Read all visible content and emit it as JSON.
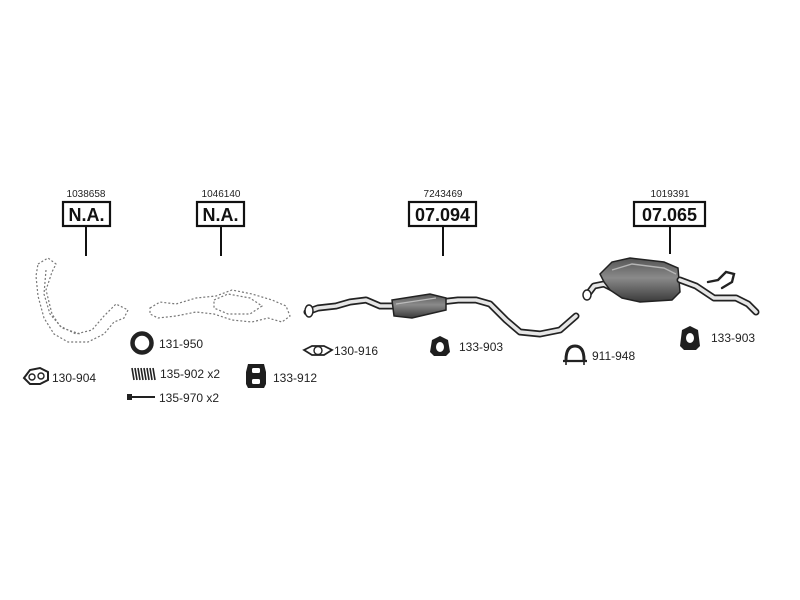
{
  "assemblies": [
    {
      "ref": "1038658",
      "code": "N.A."
    },
    {
      "ref": "1046140",
      "code": "N.A."
    },
    {
      "ref": "7243469",
      "code": "07.094"
    },
    {
      "ref": "1019391",
      "code": "07.065"
    }
  ],
  "parts": [
    {
      "code": "130-904"
    },
    {
      "code": "131-950"
    },
    {
      "code": "135-902 x2"
    },
    {
      "code": "135-970 x2"
    },
    {
      "code": "133-912"
    },
    {
      "code": "130-916"
    },
    {
      "code": "133-903"
    },
    {
      "code": "911-948"
    },
    {
      "code": "133-903"
    }
  ],
  "colors": {
    "line": "#111111",
    "ghost": "#777777",
    "muffler": "#6e6e6e"
  },
  "icons": [
    "gasket-icon",
    "ring-icon",
    "spring-icon",
    "bolt-icon",
    "rubber-mount-icon",
    "clamp-icon",
    "downpipe-icon",
    "catalytic-converter-icon",
    "center-pipe-icon",
    "rear-muffler-icon"
  ]
}
